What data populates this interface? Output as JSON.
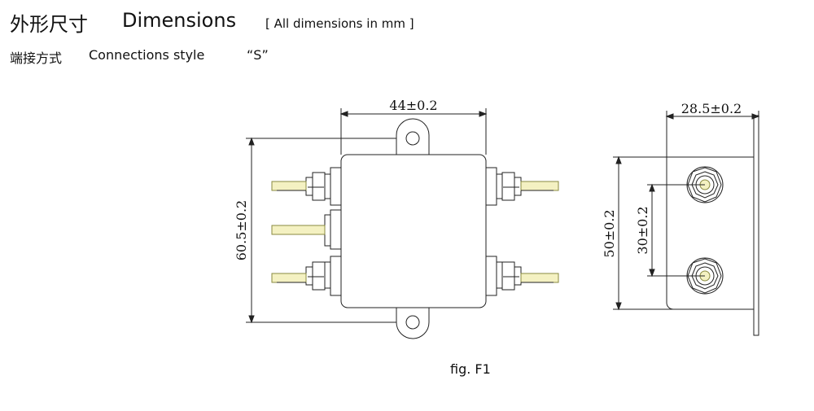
{
  "header": {
    "title_cn": "外形尺寸",
    "title_en": "Dimensions",
    "note": "[ All dimensions in mm ]"
  },
  "connection": {
    "label_cn": "端接方式",
    "label_en": "Connections style",
    "value": "“S”"
  },
  "figure": {
    "caption": "fig. F1",
    "dims": {
      "width": "44±0.2",
      "height": "60.5±0.2",
      "depth": "28.5±0.2",
      "side_height": "50±0.2",
      "terminal_pitch": "30±0.2"
    },
    "colors": {
      "line": "#222222",
      "pin_fill": "#f4f1c2",
      "pin_stroke": "#8a8a40"
    }
  }
}
